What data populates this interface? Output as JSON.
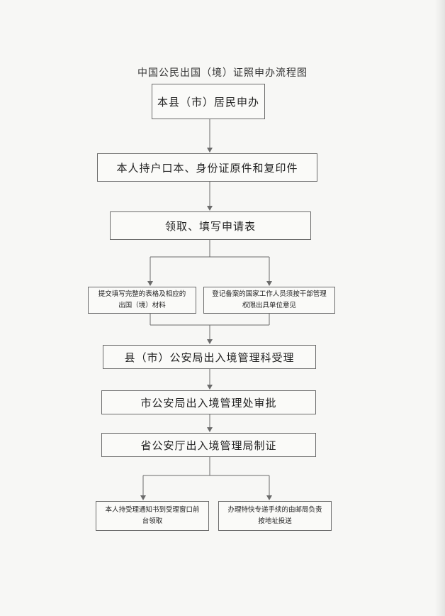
{
  "title": "中国公民出国（境）证照申办流程图",
  "steps": {
    "s1": "本县（市）居民申办",
    "s2": "本人持户口本、身份证原件和复印件",
    "s3": "领取、填写申请表",
    "s4a": "提交填写完整的表格及相应的出国（境）材料",
    "s4b": "登记备案的国家工作人员须按干部管理权限出具单位意见",
    "s5": "县（市）公安局出入境管理科受理",
    "s6": "市公安局出入境管理处审批",
    "s7": "省公安厅出入境管理局制证",
    "s8a": "本人持受理通知书到受理窗口前台领取",
    "s8b": "办理特快专递手续的由邮局负责按地址投送"
  },
  "colors": {
    "line": "#6b6b6b",
    "paper": "#f7f7f5"
  }
}
